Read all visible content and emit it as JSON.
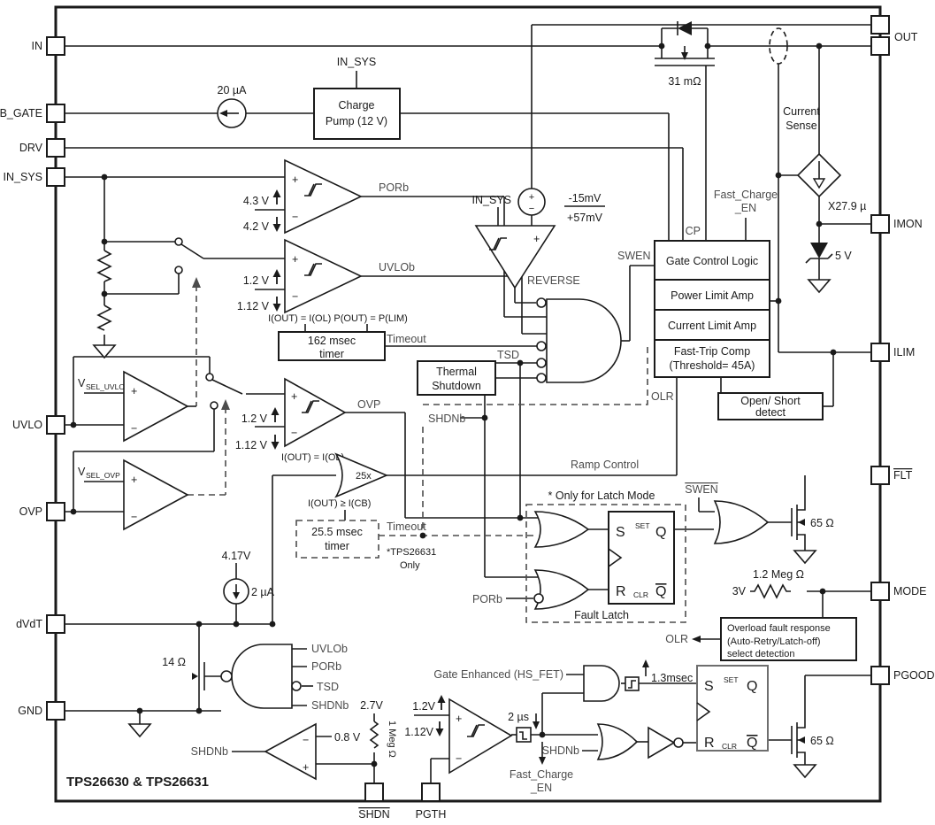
{
  "title": "TPS26630 & TPS26631",
  "pins": {
    "left": [
      "IN",
      "B_GATE",
      "DRV",
      "IN_SYS",
      "UVLO",
      "OVP",
      "dVdT",
      "GND"
    ],
    "right": [
      "OUT",
      "IMON",
      "ILIM",
      "FLT",
      "MODE",
      "PGOOD"
    ],
    "bottom": [
      "SHDN",
      "PGTH"
    ]
  },
  "L": {
    "i20ua": "20 µA",
    "charge1": "Charge",
    "charge2": "Pump (12 V)",
    "insys": "IN_SYS",
    "r31": "31 mΩ",
    "cur": "Current",
    "sense": "Sense",
    "x279": "X27.9 µ",
    "v5": "5 V",
    "v43": "4.3 V",
    "v42": "4.2 V",
    "v12": "1.2 V",
    "v112": "1.12 V",
    "pg12": "1.2V",
    "pg112": "1.12V",
    "porb": "PORb",
    "uvlob": "UVLOb",
    "tsd": "TSD",
    "shdnb": "SHDNb",
    "ovp_s": "OVP",
    "reverse": "REVERSE",
    "eq1": "I(OUT) = I(OL)  P(OUT) = P(LIM)",
    "eq2": "I(OUT) = I(OL)",
    "eq3": "I(OUT) ≥ I(CB)",
    "t162a": "162 msec",
    "timer": "timer",
    "t255a": "25.5 msec",
    "timeout": "Timeout",
    "mvn": "-15mV",
    "mvp": "+57mV",
    "cp": "CP",
    "fc1": "Fast_Charge",
    "fc2": "_EN",
    "swen": "SWEN",
    "gcl": "Gate Control Logic",
    "pla": "Power Limit Amp",
    "cla": "Current Limit Amp",
    "ftc1": "Fast-Trip Comp",
    "ftc2": "(Threshold= 45A)",
    "os1": "Open/ Short",
    "os2": "detect",
    "olr": "OLR",
    "th1": "Thermal",
    "th2": "Shutdown",
    "vv": "V",
    "suvlo": "SEL_UVLO",
    "sovp": "SEL_OVP",
    "x25": "25x",
    "tps": "*TPS26631",
    "only": "Only",
    "ramp": "Ramp Control",
    "note": "* Only for Latch Mode",
    "flatch": "Fault Latch",
    "s": "S",
    "set": "SET",
    "q": "Q",
    "r": "R",
    "clr": "CLR",
    "r65": "65 Ω",
    "meg12": "1.2 Meg Ω",
    "v3": "3V",
    "ov1": "Overload fault response",
    "ov2": "(Auto-Retry/Latch-off)",
    "ov3": "select detection",
    "v417": "4.17V",
    "i2ua": "2 µA",
    "r14": "14 Ω",
    "v08": "0.8 V",
    "v27": "2.7V",
    "meg1": "1 Meg Ω",
    "us2": "2 µs",
    "ge": "Gate Enhanced (HS_FET)",
    "ms13": "1.3msec",
    "plus": "+",
    "minus": "−"
  }
}
